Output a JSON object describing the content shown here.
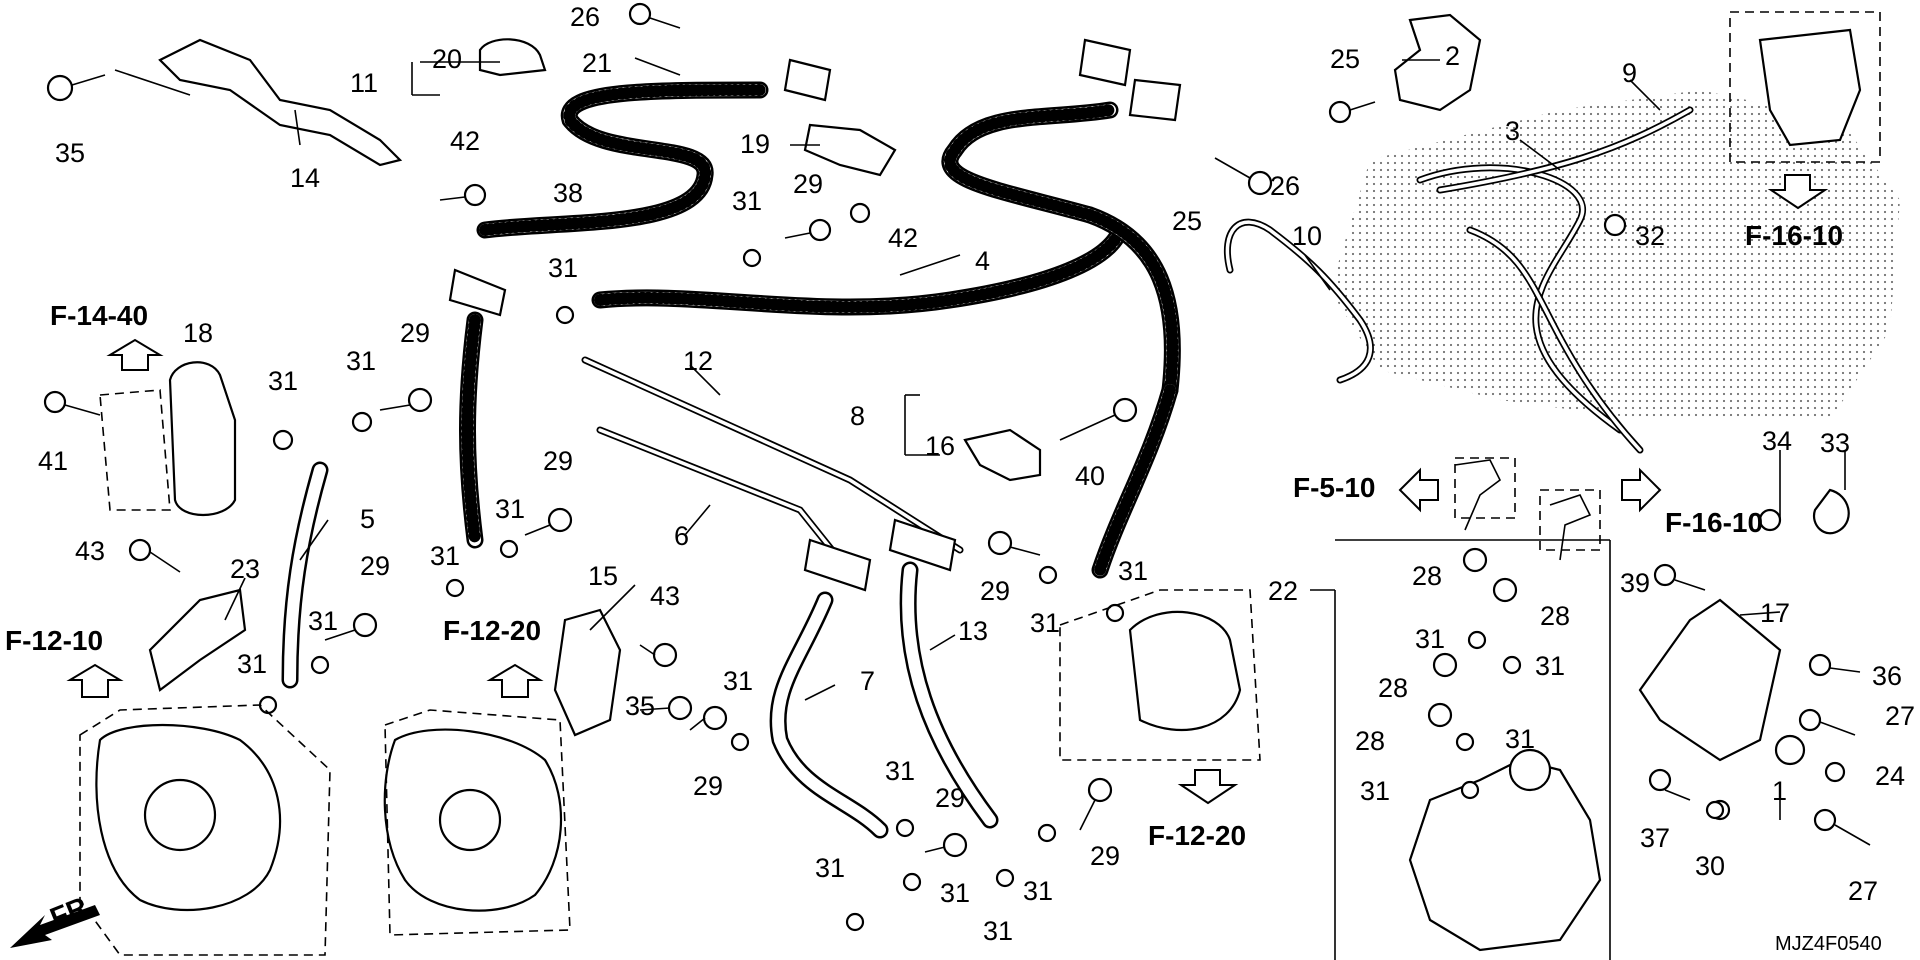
{
  "callouts": [
    "1",
    "2",
    "3",
    "4",
    "5",
    "6",
    "7",
    "8",
    "9",
    "10",
    "11",
    "12",
    "13",
    "14",
    "15",
    "16",
    "17",
    "18",
    "19",
    "20",
    "21",
    "22",
    "23",
    "24",
    "25",
    "26",
    "27",
    "28",
    "29",
    "30",
    "31",
    "32",
    "33",
    "34",
    "35",
    "36",
    "37",
    "38",
    "39",
    "40",
    "41",
    "42",
    "43"
  ],
  "references": {
    "f1440": "F-14-40",
    "f1610": "F-16-10",
    "f510": "F-5-10",
    "f1210": "F-12-10",
    "f1220": "F-12-20"
  },
  "direction_label": "FR.",
  "diagram_code": "MJZ4F0540"
}
